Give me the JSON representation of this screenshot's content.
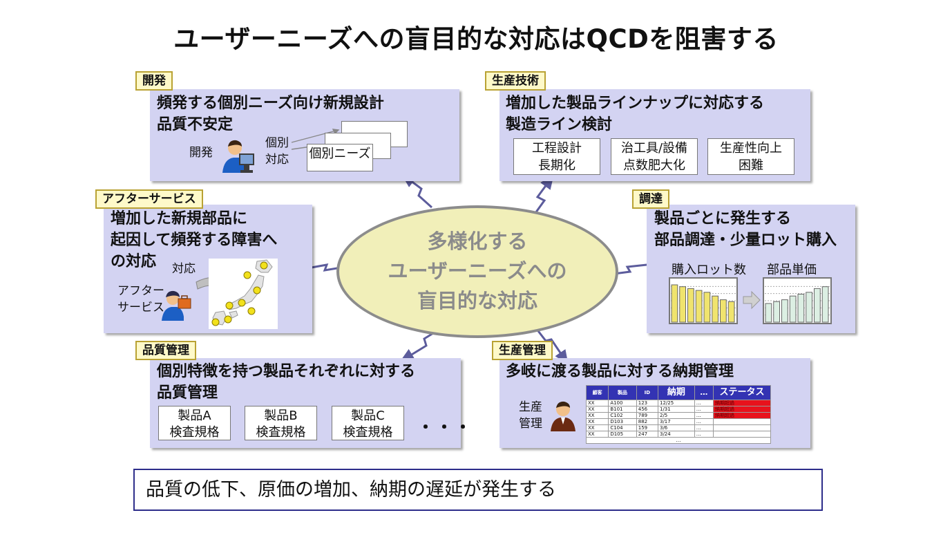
{
  "title": "ユーザーニーズへの盲目的な対応はQCDを阻害する",
  "center": {
    "lines": [
      "多様化する",
      "ユーザーニーズへの",
      "盲目的な対応"
    ]
  },
  "dev": {
    "tag": "開発",
    "heading": [
      "頻発する個別ニーズ向け新規設計",
      "品質不安定"
    ],
    "actor": "開発",
    "action": [
      "個別",
      "対応"
    ],
    "doc": "個別ニーズ"
  },
  "prodtech": {
    "tag": "生産技術",
    "heading": [
      "増加した製品ラインナップに対応する",
      "製造ライン検討"
    ],
    "boxes": [
      [
        "工程設計",
        "長期化"
      ],
      [
        "治工具/設備",
        "点数肥大化"
      ],
      [
        "生産性向上",
        "困難"
      ]
    ]
  },
  "after": {
    "tag": "アフターサービス",
    "heading": [
      "増加した新規部品に",
      "起因して頻発する障害へ",
      "の対応"
    ],
    "action": "対応",
    "actor": [
      "アフター",
      "サービス"
    ]
  },
  "procure": {
    "tag": "調達",
    "heading": [
      "製品ごとに発生する",
      "部品調達・少量ロット購入"
    ],
    "chart_left_label": "購入ロット数",
    "chart_right_label": "部品単価"
  },
  "chart_data": [
    {
      "type": "bar",
      "title": "購入ロット数",
      "values": [
        10,
        9.5,
        9,
        8.5,
        8,
        7,
        6,
        5.5
      ]
    },
    {
      "type": "bar",
      "title": "部品単価",
      "values": [
        5,
        5.5,
        6,
        7,
        7.5,
        8,
        9,
        9.5
      ]
    }
  ],
  "qc": {
    "tag": "品質管理",
    "heading": [
      "個別特徴を持つ製品それぞれに対する",
      "品質管理"
    ],
    "docs": [
      [
        "製品A",
        "検査規格"
      ],
      [
        "製品B",
        "検査規格"
      ],
      [
        "製品C",
        "検査規格"
      ]
    ],
    "ellipsis": "・・・"
  },
  "prodmgmt": {
    "tag": "生産管理",
    "heading": "多岐に渡る製品に対する納期管理",
    "actor": [
      "生産",
      "管理"
    ],
    "table": {
      "headers": [
        "顧客",
        "製品",
        "ID",
        "納期",
        "…",
        "ステータス"
      ],
      "rows": [
        [
          "XX",
          "A100",
          "123",
          "12/25",
          "…",
          "納期超過"
        ],
        [
          "XX",
          "B101",
          "456",
          "1/31",
          "…",
          "納期超過"
        ],
        [
          "XX",
          "C102",
          "789",
          "2/5",
          "…",
          "納期超過"
        ],
        [
          "XX",
          "D103",
          "882",
          "3/17",
          "…",
          ""
        ],
        [
          "XX",
          "C104",
          "159",
          "3/6",
          "…",
          ""
        ],
        [
          "XX",
          "D105",
          "247",
          "3/24",
          "…",
          ""
        ]
      ],
      "footer": "…",
      "alert_color": "#e8121c"
    }
  },
  "summary": "品質の低下、原価の増加、納期の遅延が発生する",
  "colors": {
    "panel": "#d3d3f2",
    "tag_fill": "#fef9c9",
    "ellipse_fill": "#f1efb9",
    "arrow": "#5c5c9c",
    "table_header": "#3333b3"
  }
}
